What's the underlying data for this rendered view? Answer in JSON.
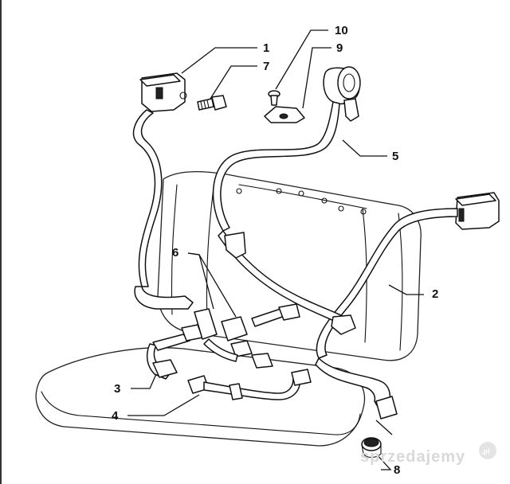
{
  "diagram": {
    "callouts": [
      {
        "id": "1",
        "label": "1"
      },
      {
        "id": "2",
        "label": "2"
      },
      {
        "id": "3",
        "label": "3"
      },
      {
        "id": "4",
        "label": "4"
      },
      {
        "id": "5",
        "label": "5"
      },
      {
        "id": "6",
        "label": "6"
      },
      {
        "id": "7",
        "label": "7"
      },
      {
        "id": "8",
        "label": "8"
      },
      {
        "id": "9",
        "label": "9"
      },
      {
        "id": "10",
        "label": "10"
      }
    ]
  },
  "watermark": {
    "text": "sprzedajemy",
    "badge": ".pl"
  }
}
